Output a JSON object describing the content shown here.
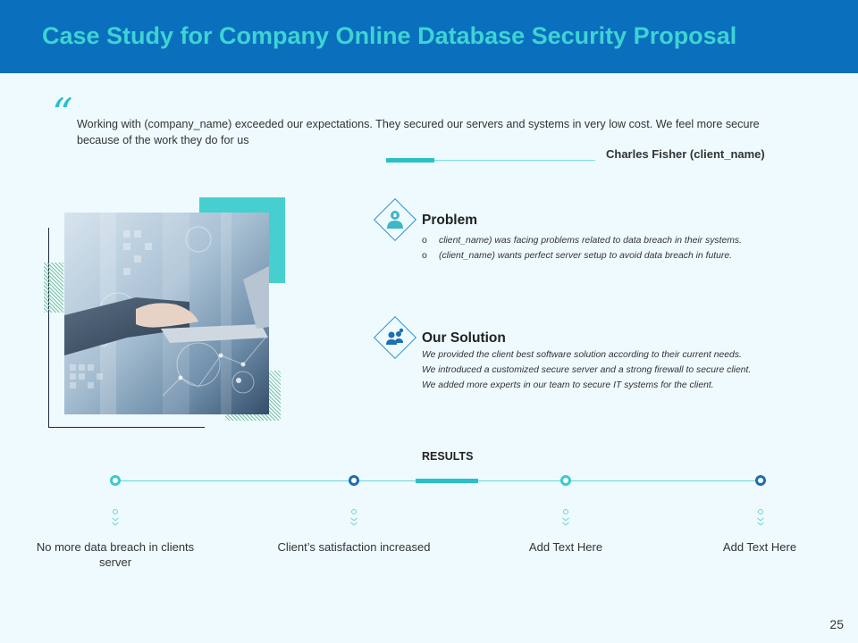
{
  "header": {
    "title": "Case Study for Company Online Database Security Proposal"
  },
  "quote": {
    "mark": "“",
    "text": "Working with (company_name) exceeded our expectations. They secured our servers and systems in very low cost. We feel more secure because of the work they do for us",
    "author": "Charles Fisher (client_name)"
  },
  "problem": {
    "title": "Problem",
    "icon": "person-shield-icon",
    "bullets": [
      "client_name) was facing problems related to data breach in their systems.",
      "(client_name) wants perfect server setup to avoid data breach in future."
    ],
    "bullet_marker": "o"
  },
  "solution": {
    "title": "Our Solution",
    "icon": "team-idea-icon",
    "lines": [
      "We provided the client best software solution according to their current needs.",
      "We introduced a customized secure server and a strong firewall to secure client.",
      "We added more experts in our team to secure IT systems for the client."
    ]
  },
  "results": {
    "title": "RESULTS",
    "items": [
      {
        "label": "No more data breach in clients server",
        "marker": "teal"
      },
      {
        "label": "Client’s satisfaction increased",
        "marker": "blue"
      },
      {
        "label": "Add Text Here",
        "marker": "teal"
      },
      {
        "label": "Add Text Here",
        "marker": "blue"
      }
    ]
  },
  "colors": {
    "header_bg": "#0a6fbd",
    "accent_teal": "#2bbfc6",
    "accent_blue": "#1d6fb0",
    "title_color": "#3ed3d3"
  },
  "page_number": "25"
}
